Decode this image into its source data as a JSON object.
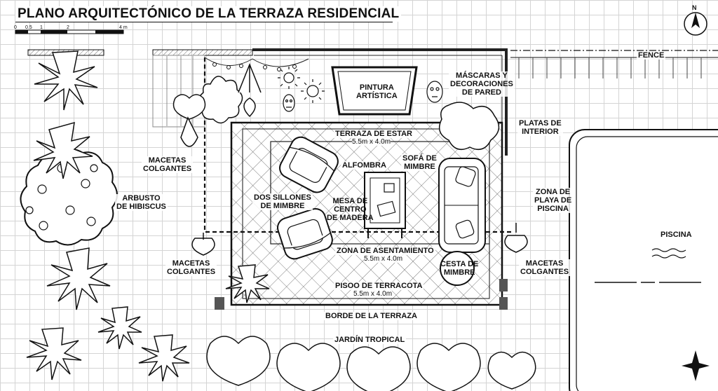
{
  "title": "PLANO ARQUITECTÓNICO DE LA TERRAZA RESIDENCIAL",
  "scale_bar": {
    "ticks": [
      "0",
      "0.5",
      "1",
      "2",
      "4 m"
    ]
  },
  "north_arrow": {
    "label": "N"
  },
  "labels": {
    "fence": "FENCE",
    "painting": "PINTURA\nARTÍSTICA",
    "masks": "MÁSCARAS Y\nDECORACIONES\nDE PARED",
    "interior_plants": "PLATAS DE\nINTERIOR",
    "living_terrace": "TERRAZA DE ESTAR",
    "living_terrace_dim": "5.5m x 4.0m",
    "rug": "ALFOMBRA",
    "wicker_sofa": "SOFÁ DE\nMIMBRE",
    "hanging_pots_left_top": "MACETAS\nCOLGANTES",
    "two_armchairs": "DOS SILLONES\nDE MIMBRE",
    "coffee_table": "MESA DE\nCENTRO\nDE MADERA",
    "hibiscus": "ARBUSTO\nDE HIBISCUS",
    "pool_zone": "ZONA DE\nPLAYA DE\nPISCINA",
    "seating_zone": "ZONA DE ASENTAMIENTO",
    "seating_zone_dim": "5.5m x 4.0m",
    "wicker_basket": "CESTA DE\nMIMBRE",
    "hanging_pots_left_bottom": "MACETAS\nCOLGANTES",
    "hanging_pots_right": "MACETAS\nCOLGANTES",
    "pool": "PISCINA",
    "terracotta_floor": "PISOO DE TERRACOTA",
    "terracotta_floor_dim": "5.5m x 4.0m",
    "terrace_edge": "BORDE DE LA TERRAZA",
    "tropical_garden": "JARDÍN TROPICAL"
  }
}
